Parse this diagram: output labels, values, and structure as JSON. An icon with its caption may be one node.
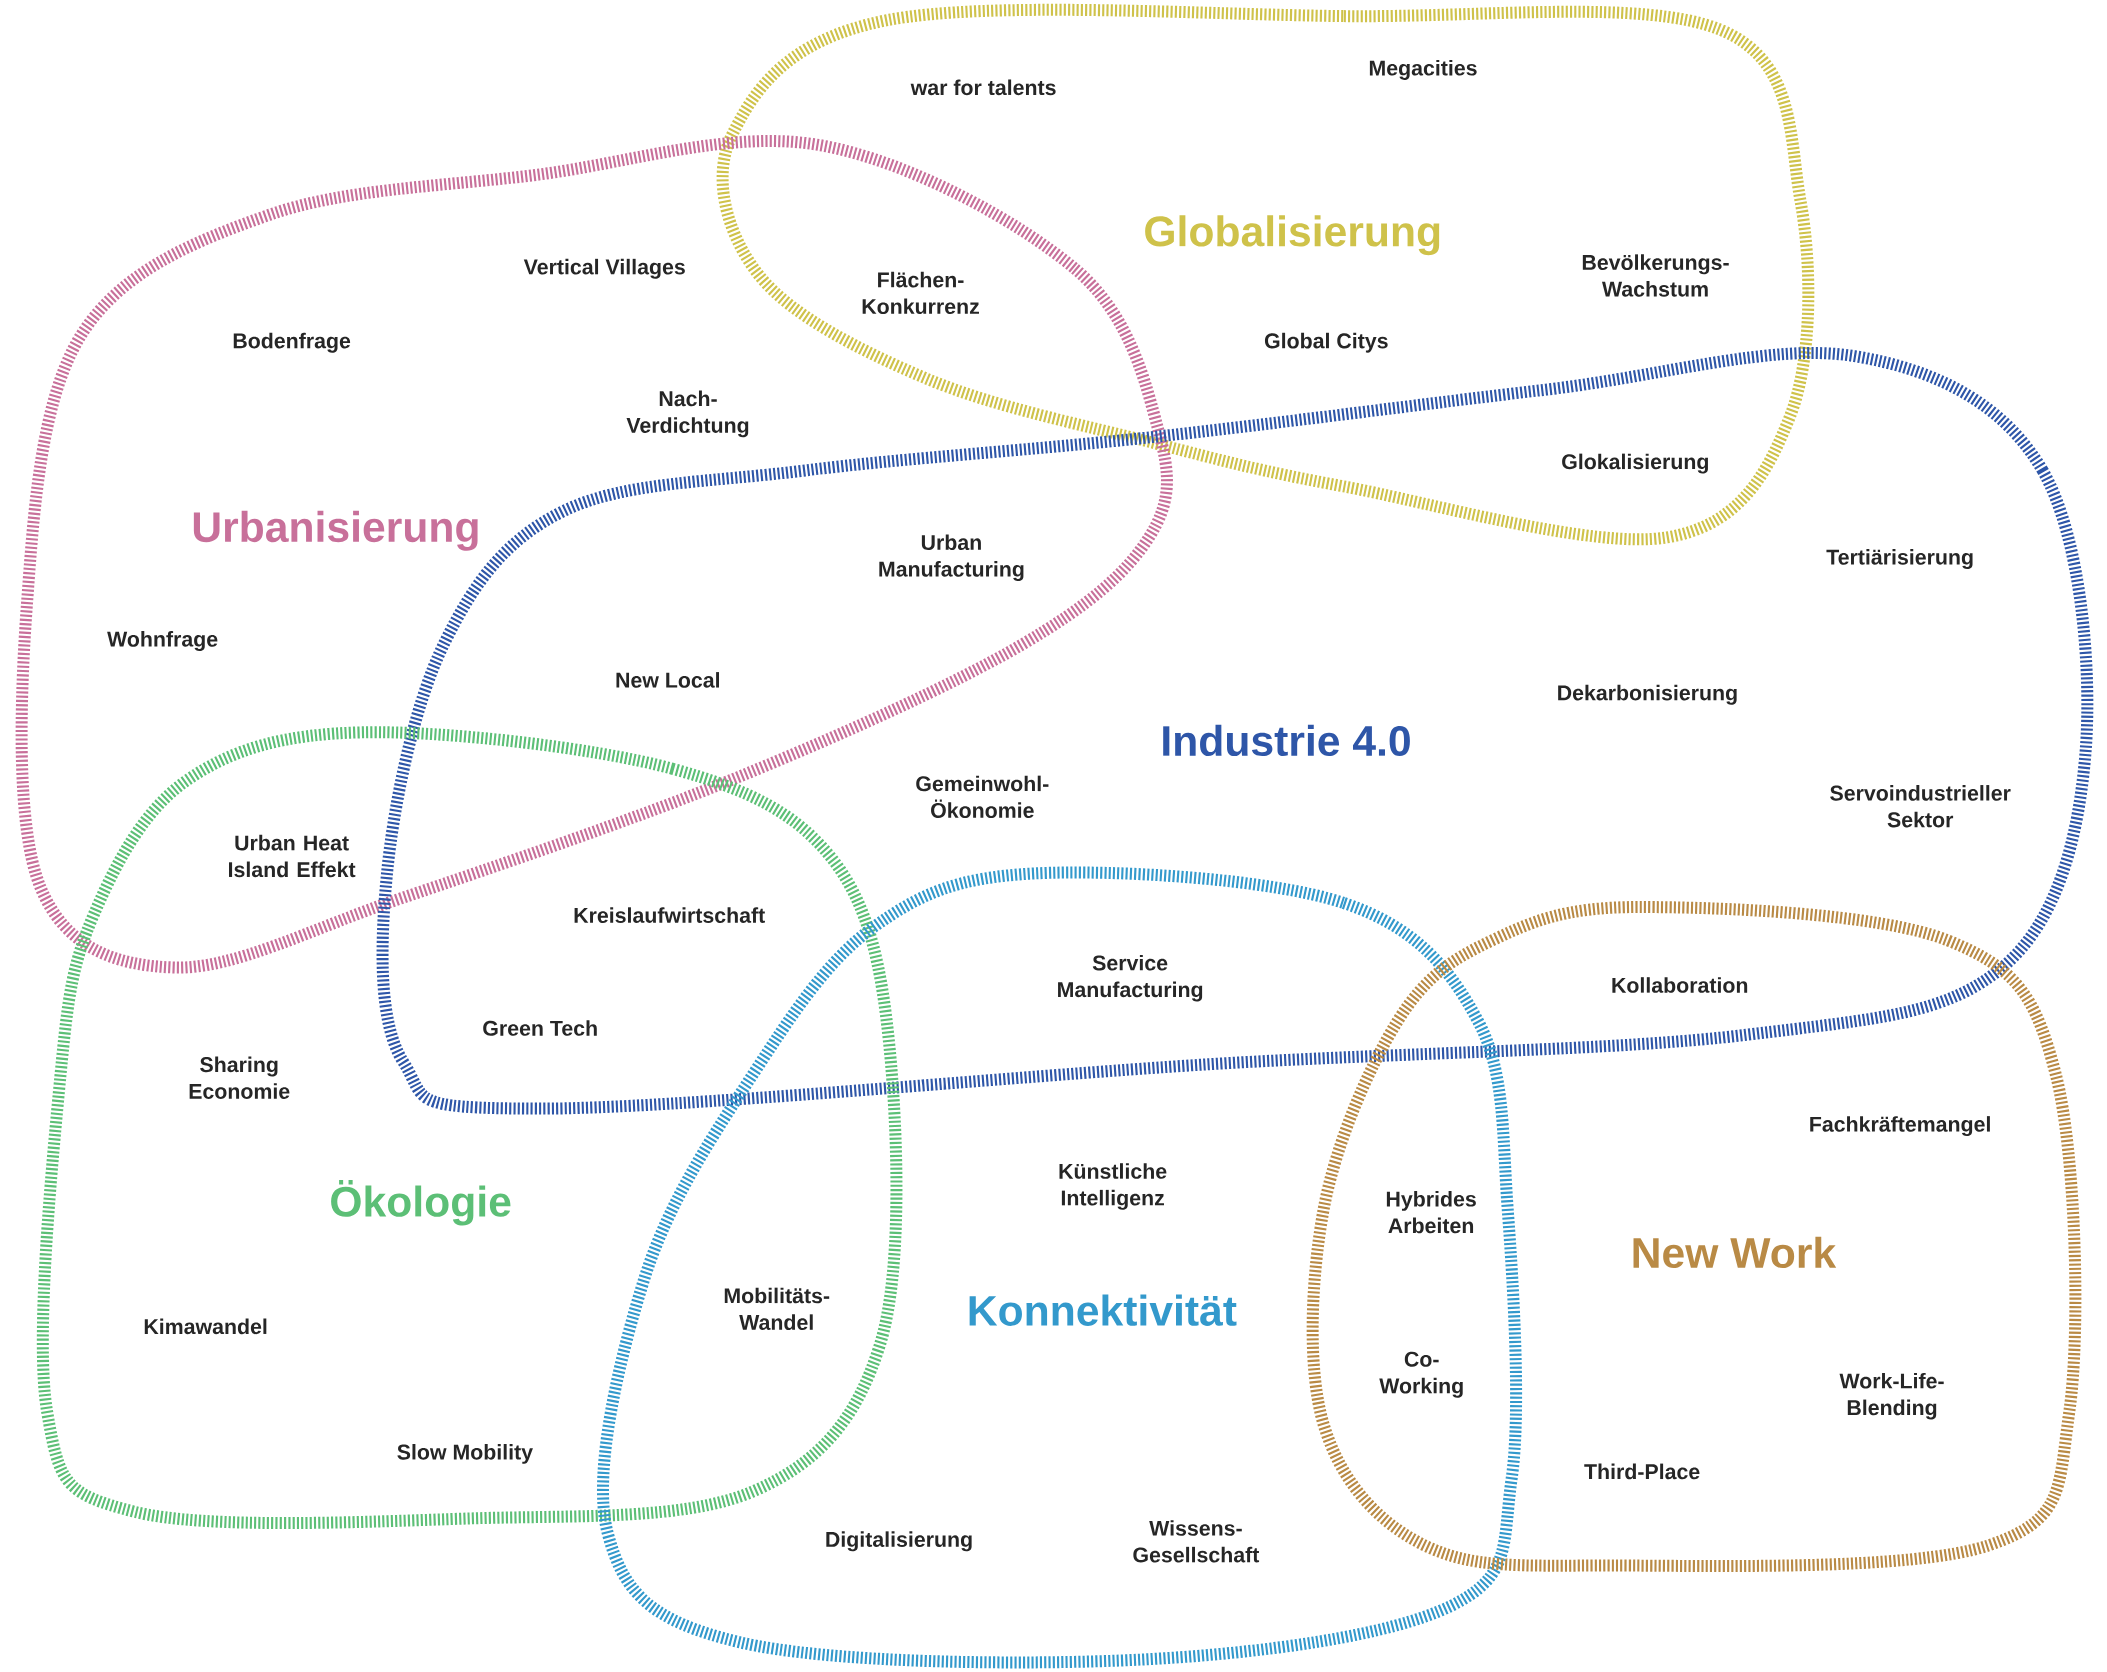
{
  "diagram": {
    "nodes": [
      {
        "text": [
          "Globalisierung"
        ]
      },
      {
        "text": [
          "Urbanisierung"
        ]
      },
      {
        "text": [
          "Industrie 4.0"
        ]
      },
      {
        "text": [
          "Ökologie"
        ]
      },
      {
        "text": [
          "Konnektivität"
        ]
      },
      {
        "text": [
          "New Work"
        ]
      }
    ],
    "labels": [
      "war for talents",
      "Megacities",
      "Vertical Villages",
      "Flächen- Konkurrenz",
      "Bevölkerungs- Wachstum",
      "Bodenfrage",
      "Global Citys",
      "Nach- Verdichtung",
      "Glokalisierung",
      "Tertiärisierung",
      "Urban Manufacturing",
      "Wohnfrage",
      "New Local",
      "Dekarbonisierung",
      "Gemeinwohl- Ökonomie",
      "Servoindustrieller Sektor",
      "Urban Heat Island Effekt",
      "Kreislaufwirtschaft",
      "Service Manufacturing",
      "Kollaboration",
      "Green Tech",
      "Sharing Economie",
      "Fachkräftemangel",
      "Künstliche Intelligenz",
      "Hybrides Arbeiten",
      "Mobilitäts- Wandel",
      "Kimawandel",
      "Co- Working",
      "Work-Life- Blending",
      "Slow Mobility",
      "Third-Place",
      "Digitalisierung",
      "Wissens- Gesellschaft"
    ]
  }
}
